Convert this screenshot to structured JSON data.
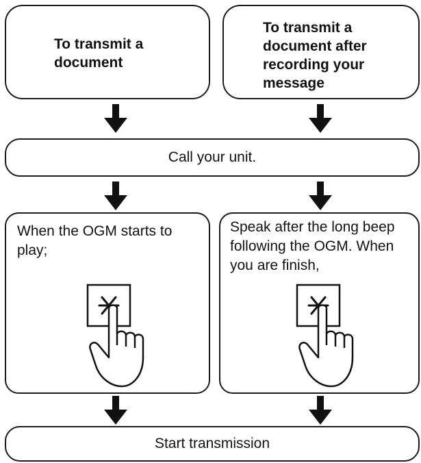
{
  "left_column": {
    "header_title": "To transmit a document",
    "step_text": "When the OGM starts to play;"
  },
  "right_column": {
    "header_title": "To transmit a document after recording your message",
    "step_text": "Speak after the long beep following the OGM. When you are finish,"
  },
  "steps": {
    "call_unit": "Call your unit.",
    "start_transmission": "Start transmission"
  },
  "icons": {
    "key": "star-key-icon",
    "hand": "pointing-hand-icon",
    "arrow": "arrow-down-icon"
  }
}
